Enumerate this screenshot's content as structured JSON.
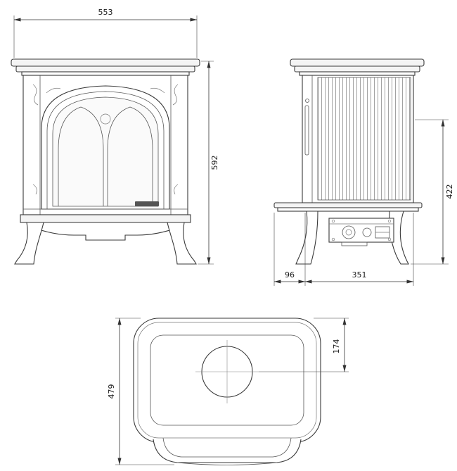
{
  "colors": {
    "line": "#3a3a3a",
    "detail": "#777777",
    "dimension": "#333333",
    "text": "#1a1a1a"
  },
  "views": {
    "front": {
      "dims": {
        "width": "553",
        "height": "592"
      }
    },
    "side": {
      "dims": {
        "height": "422",
        "hearth": "96",
        "depth": "351"
      }
    },
    "top": {
      "dims": {
        "depth": "479",
        "flue": "174"
      }
    }
  }
}
